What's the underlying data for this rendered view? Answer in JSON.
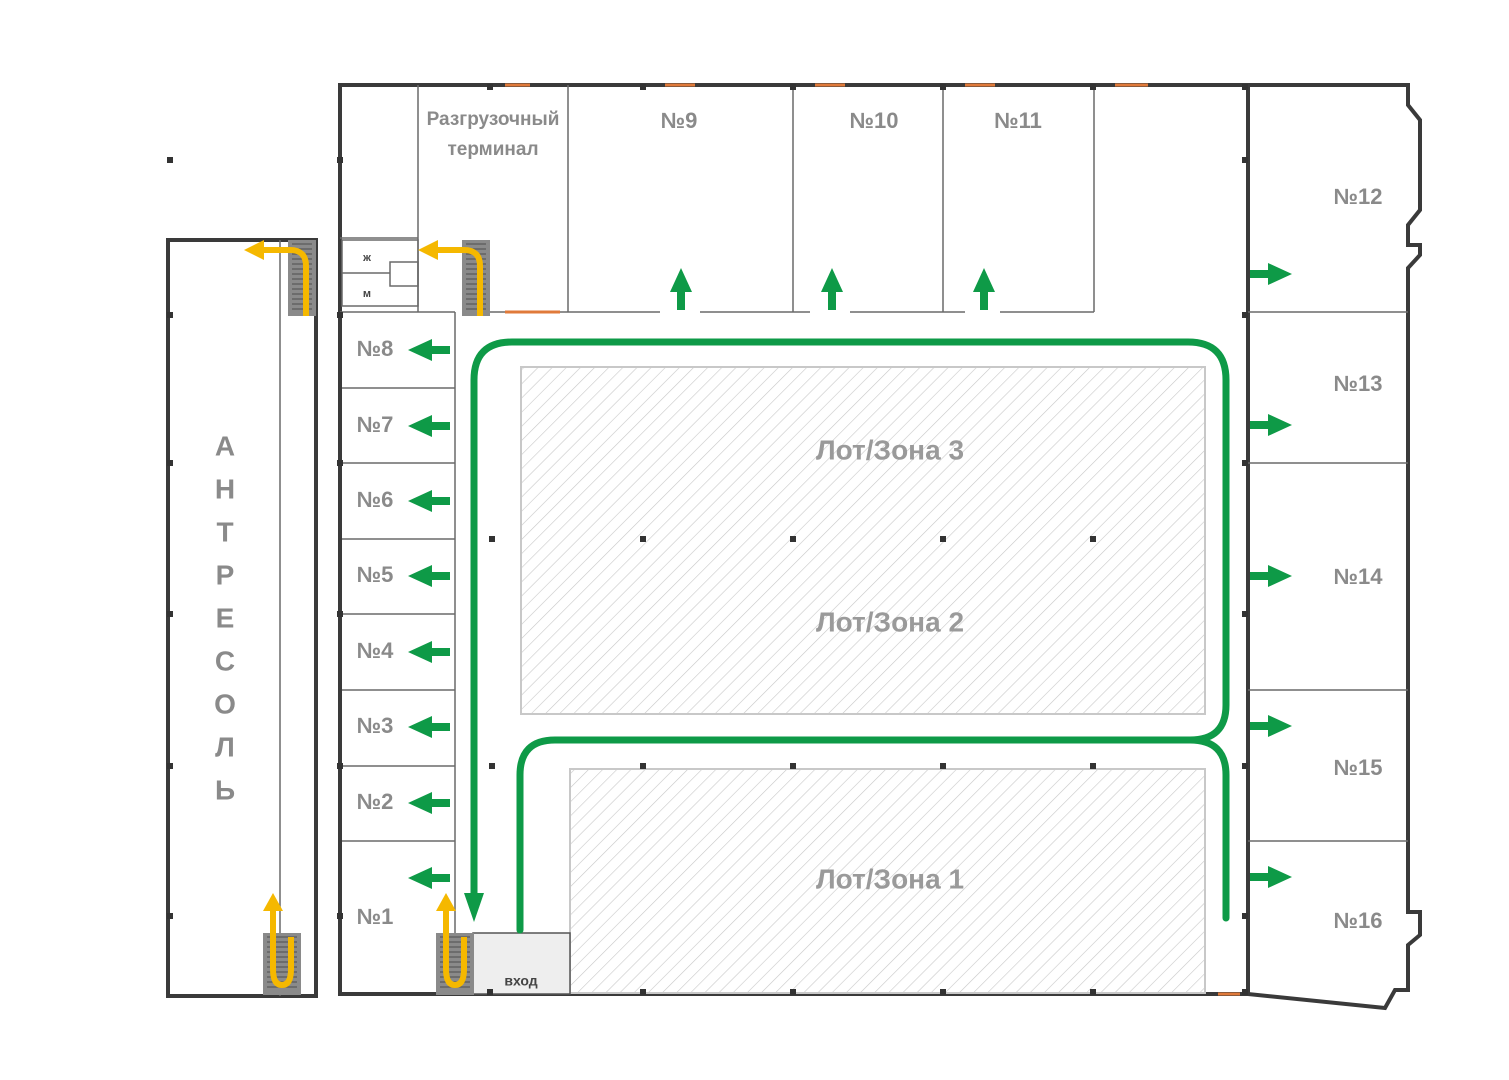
{
  "colors": {
    "route_green": "#0e9a47",
    "stairs_yellow": "#f5b800",
    "stairs_gray": "#8a8a8a",
    "door_orange": "#e07a3a",
    "hatch": "#c8c8c8"
  },
  "rooms": {
    "n1": "№1",
    "n2": "№2",
    "n3": "№3",
    "n4": "№4",
    "n5": "№5",
    "n6": "№6",
    "n7": "№7",
    "n8": "№8",
    "n9": "№9",
    "n10": "№10",
    "n11": "№11",
    "n12": "№12",
    "n13": "№13",
    "n14": "№14",
    "n15": "№15",
    "n16": "№16"
  },
  "terminal": {
    "line1": "Разгрузочный",
    "line2": "терминал"
  },
  "zones": {
    "z1": "Лот/Зона 1",
    "z2": "Лот/Зона 2",
    "z3": "Лот/Зона 3"
  },
  "mezzanine": [
    "А",
    "Н",
    "Т",
    "Р",
    "Е",
    "С",
    "О",
    "Л",
    "Ь"
  ],
  "restroom": {
    "women": "ж",
    "men": "м"
  },
  "entrance": "вход",
  "icons": {
    "stairs": "stairs-icon",
    "arrow": "arrow-icon"
  }
}
